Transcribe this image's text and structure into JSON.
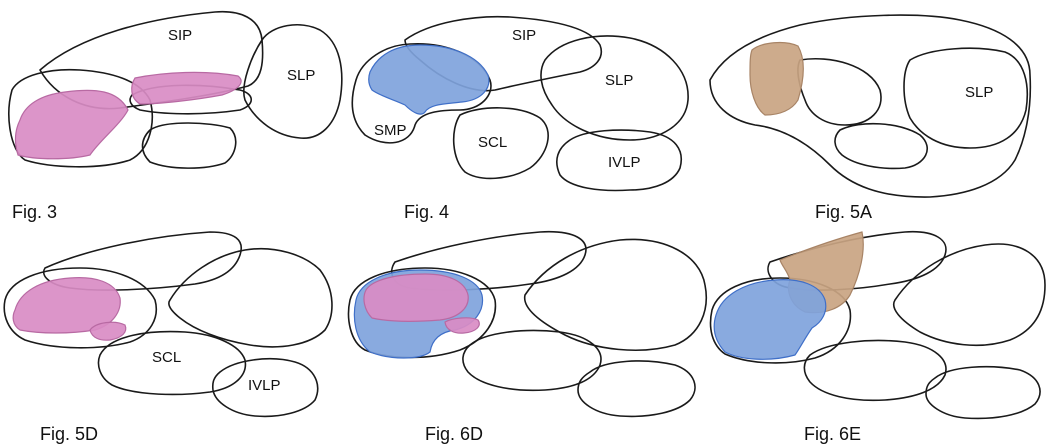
{
  "colors": {
    "magenta": "#d98cc4",
    "magenta_stroke": "#b86aa3",
    "blue": "#7fa3dc",
    "blue_stroke": "#3f6fc8",
    "tan": "#c9a482",
    "tan_stroke": "#a88466",
    "outline": "#1a1a1a"
  },
  "panels": [
    {
      "caption": "Fig. 3",
      "labels": {
        "sip": "SIP",
        "slp": "SLP"
      },
      "highlights": [
        "magenta"
      ]
    },
    {
      "caption": "Fig. 4",
      "labels": {
        "sip": "SIP",
        "slp": "SLP",
        "smp": "SMP",
        "scl": "SCL",
        "ivlp": "IVLP"
      },
      "highlights": [
        "blue"
      ]
    },
    {
      "caption": "Fig. 5A",
      "labels": {
        "slp": "SLP"
      },
      "highlights": [
        "tan"
      ]
    },
    {
      "caption": "Fig. 5D",
      "labels": {
        "scl": "SCL",
        "ivlp": "IVLP"
      },
      "highlights": [
        "magenta"
      ]
    },
    {
      "caption": "Fig. 6D",
      "labels": {},
      "highlights": [
        "blue",
        "magenta"
      ]
    },
    {
      "caption": "Fig. 6E",
      "labels": {},
      "highlights": [
        "blue",
        "tan"
      ]
    }
  ]
}
